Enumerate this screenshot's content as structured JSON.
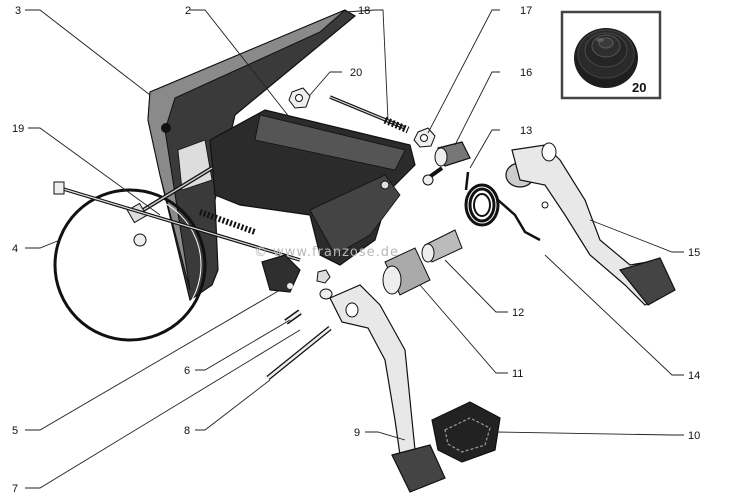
{
  "watermark": "© www.franzose.de",
  "inset": {
    "label": "20"
  },
  "callouts": [
    "2",
    "3",
    "4",
    "5",
    "6",
    "7",
    "8",
    "9",
    "10",
    "11",
    "12",
    "13",
    "14",
    "15",
    "16",
    "17",
    "18",
    "19",
    "20"
  ]
}
